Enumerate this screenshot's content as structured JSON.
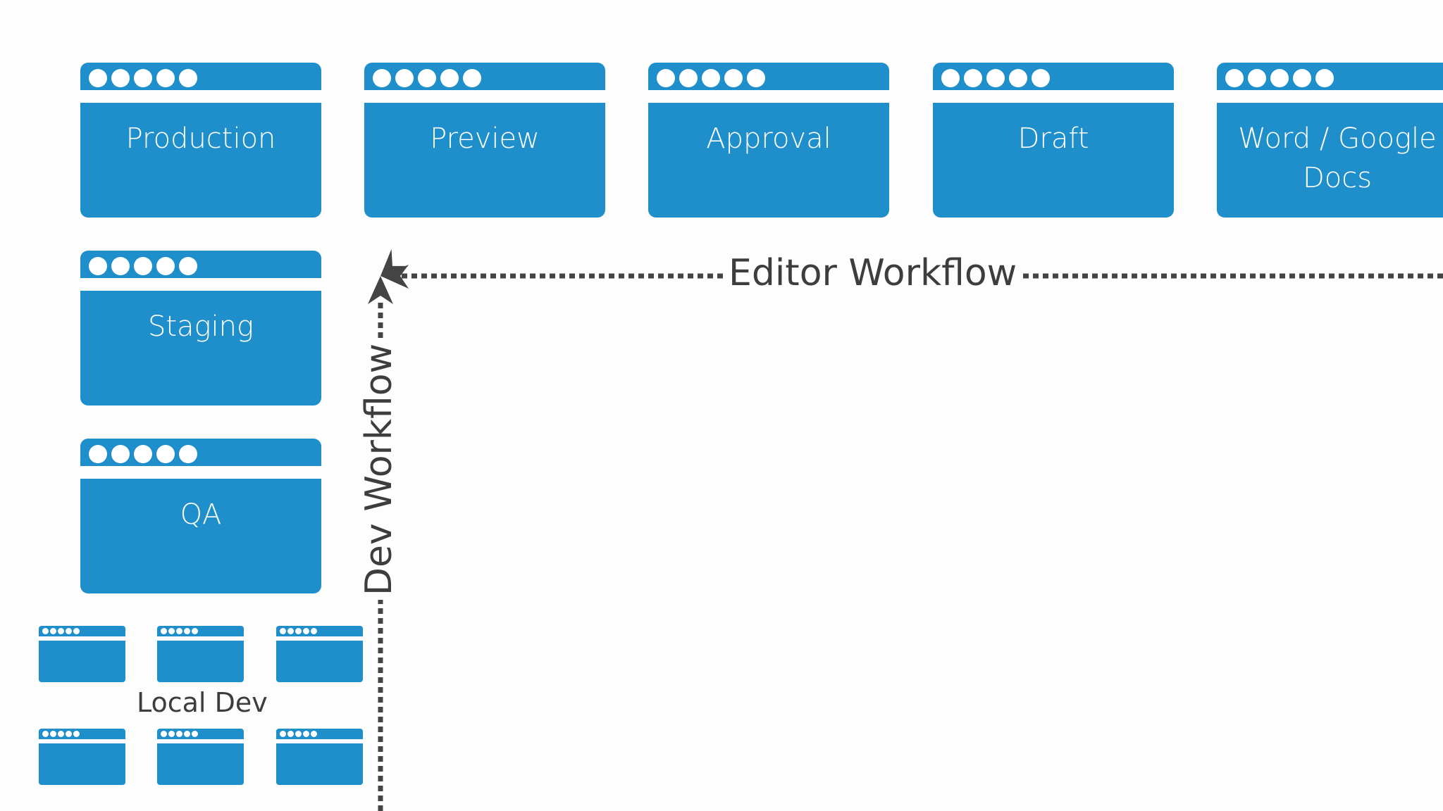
{
  "environments": [
    {
      "id": "production",
      "label": "Production"
    },
    {
      "id": "preview",
      "label": "Preview"
    },
    {
      "id": "approval",
      "label": "Approval"
    },
    {
      "id": "draft",
      "label": "Draft"
    },
    {
      "id": "word-google-docs",
      "label": "Word / Google\nDocs"
    },
    {
      "id": "staging",
      "label": "Staging"
    },
    {
      "id": "qa",
      "label": "QA"
    }
  ],
  "local_dev": {
    "label": "Local Dev",
    "window_count": 6
  },
  "workflows": {
    "editor": "Editor Workflow",
    "dev": "Dev Workflow"
  },
  "colors": {
    "window_blue": "#1e8fcb",
    "arrow": "#444444",
    "text": "#3d3d3d"
  },
  "icons": {
    "window_dots": "browser-dots-icon",
    "arrowhead": "arrowhead-icon"
  }
}
